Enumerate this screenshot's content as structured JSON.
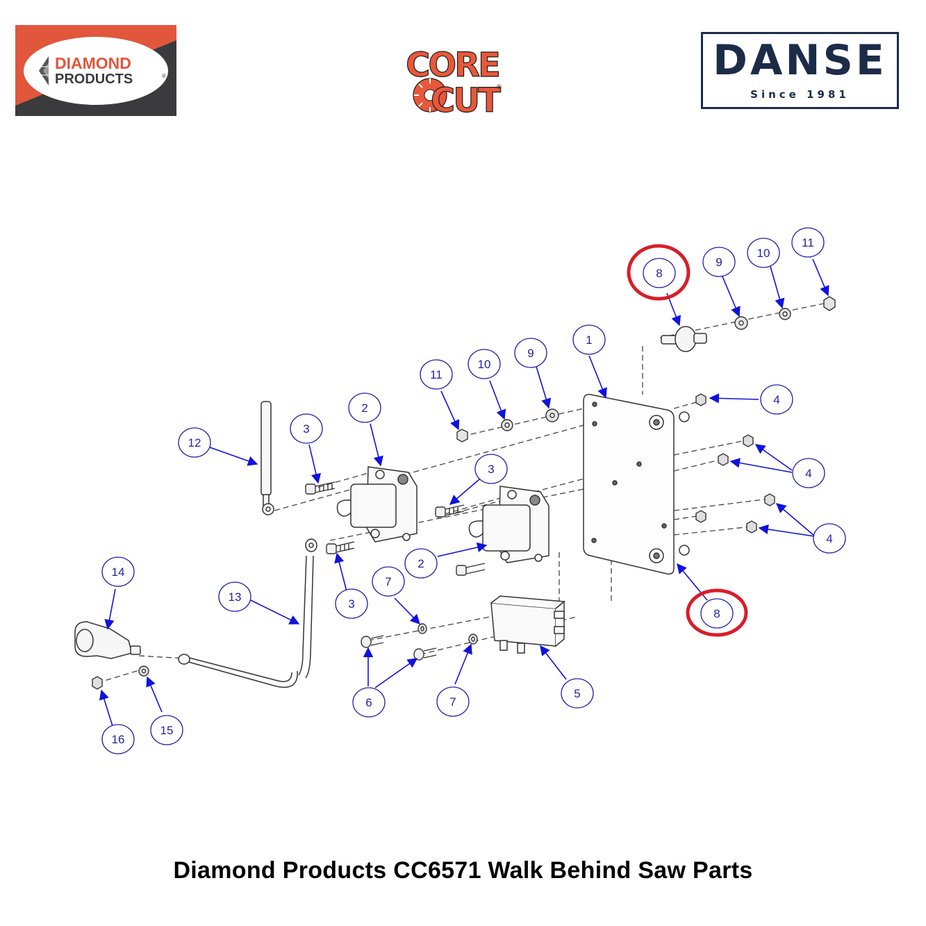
{
  "logos": {
    "diamond": {
      "line1": "DIAMOND",
      "line2": "PRODUCTS",
      "mark": "®",
      "colors": {
        "orange": "#e0573b",
        "dark": "#3b3b3d"
      }
    },
    "corecut": {
      "word1": "CORE",
      "word2": "CUT",
      "mark": "®",
      "color": "#e8583a"
    },
    "danse": {
      "word": "DANSE",
      "since": "Since 1981",
      "color": "#1c2c48"
    }
  },
  "diagram": {
    "callouts": [
      {
        "id": "c1",
        "label": "1"
      },
      {
        "id": "c2a",
        "label": "2"
      },
      {
        "id": "c2b",
        "label": "2"
      },
      {
        "id": "c3a",
        "label": "3"
      },
      {
        "id": "c3b",
        "label": "3"
      },
      {
        "id": "c3c",
        "label": "3"
      },
      {
        "id": "c4a",
        "label": "4"
      },
      {
        "id": "c4b",
        "label": "4"
      },
      {
        "id": "c4c",
        "label": "4"
      },
      {
        "id": "c5",
        "label": "5"
      },
      {
        "id": "c6",
        "label": "6"
      },
      {
        "id": "c7a",
        "label": "7"
      },
      {
        "id": "c7b",
        "label": "7"
      },
      {
        "id": "c8a",
        "label": "8",
        "highlighted": true
      },
      {
        "id": "c8b",
        "label": "8",
        "highlighted": true
      },
      {
        "id": "c9a",
        "label": "9"
      },
      {
        "id": "c9b",
        "label": "9"
      },
      {
        "id": "c10a",
        "label": "10"
      },
      {
        "id": "c10b",
        "label": "10"
      },
      {
        "id": "c11a",
        "label": "11"
      },
      {
        "id": "c11b",
        "label": "11"
      },
      {
        "id": "c12",
        "label": "12"
      },
      {
        "id": "c13",
        "label": "13"
      },
      {
        "id": "c14",
        "label": "14"
      },
      {
        "id": "c15",
        "label": "15"
      },
      {
        "id": "c16",
        "label": "16"
      }
    ],
    "colors": {
      "bubble": "#2222aa",
      "arrow": "#1111dd",
      "highlight": "#d81e2a",
      "part": "#333333"
    }
  },
  "title": "Diamond Products CC6571 Walk Behind Saw Parts"
}
